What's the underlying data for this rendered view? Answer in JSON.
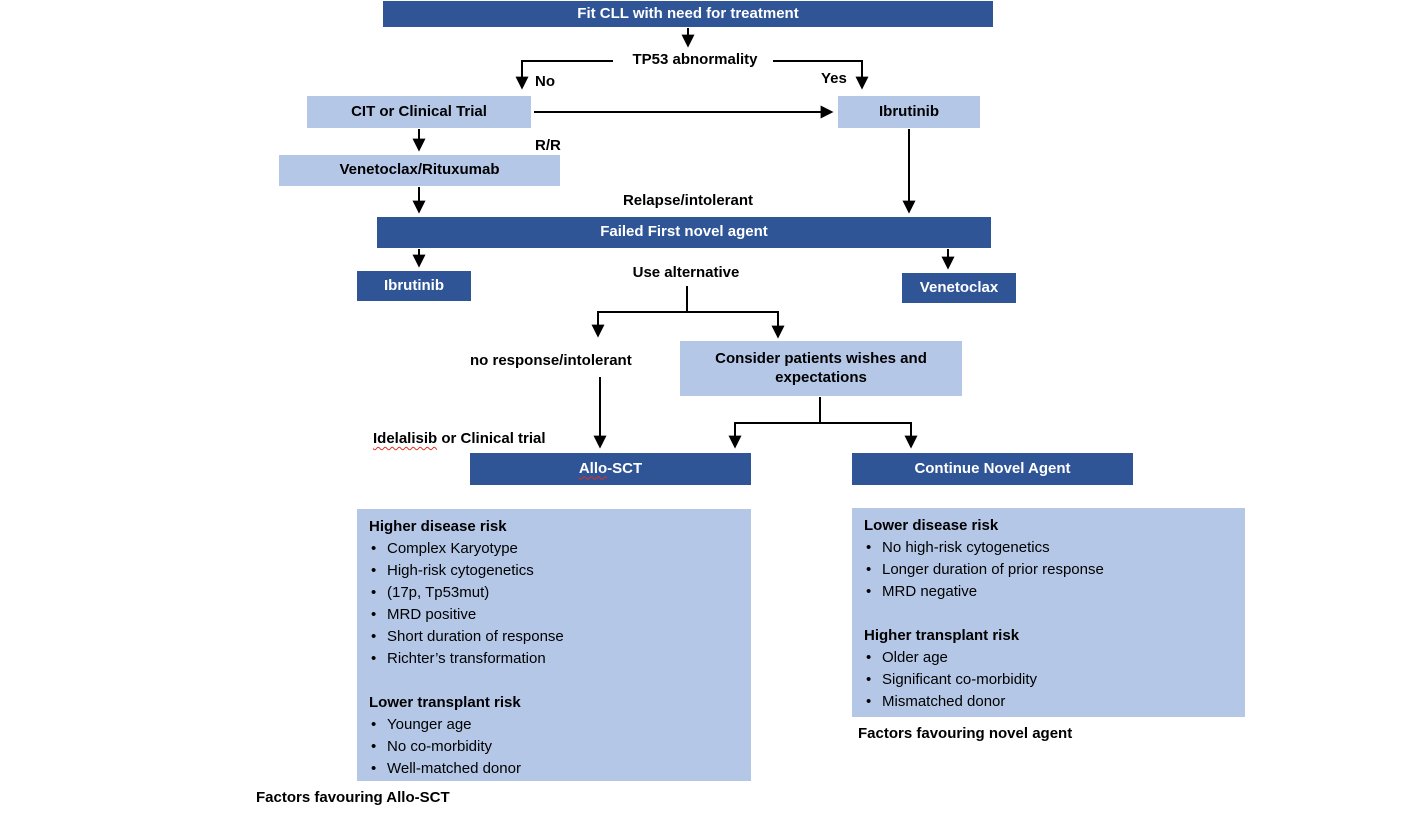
{
  "colors": {
    "dark_blue": "#2F5597",
    "light_blue": "#B4C7E7",
    "arrow": "#000000",
    "squiggle_red": "#e0301e"
  },
  "nodes": {
    "fit_cll": "Fit CLL with need for treatment",
    "tp53": "TP53 abnormality",
    "no_label": "No",
    "yes_label": "Yes",
    "cit": "CIT or Clinical Trial",
    "ibrutinib_first": "Ibrutinib",
    "rr_label": "R/R",
    "ven_rux": "Venetoclax/Rituxumab",
    "relapse": "Relapse/intolerant",
    "failed": "Failed First novel agent",
    "ibrutinib_second": "Ibrutinib",
    "venetoclax_second": "Venetoclax",
    "use_alternative": "Use alternative",
    "no_response": "no response/intolerant",
    "consider": "Consider patients wishes and expectations",
    "idelalisib_marked": "Idelalisib",
    "idelalisib_rest": " or Clinical trial",
    "allo_marked": "Allo",
    "allo_rest": "-SCT",
    "continue_novel": "Continue Novel Agent"
  },
  "allo_factors": {
    "sections": [
      {
        "heading": "Higher disease risk",
        "items": [
          "Complex Karyotype",
          "High-risk cytogenetics",
          "(17p, Tp53mut)",
          "MRD positive",
          "Short duration of response",
          "Richter’s transformation"
        ]
      },
      {
        "heading": "Lower transplant risk",
        "items": [
          "Younger age",
          "No co-morbidity",
          "Well-matched donor"
        ]
      }
    ],
    "caption": "Factors favouring Allo-SCT"
  },
  "novel_factors": {
    "sections": [
      {
        "heading": "Lower disease risk",
        "items": [
          "No high-risk cytogenetics",
          "Longer duration of prior response",
          "MRD negative"
        ]
      },
      {
        "heading": "Higher transplant risk",
        "items": [
          "Older age",
          "Significant co-morbidity",
          "Mismatched donor"
        ]
      }
    ],
    "caption": "Factors favouring novel agent"
  }
}
